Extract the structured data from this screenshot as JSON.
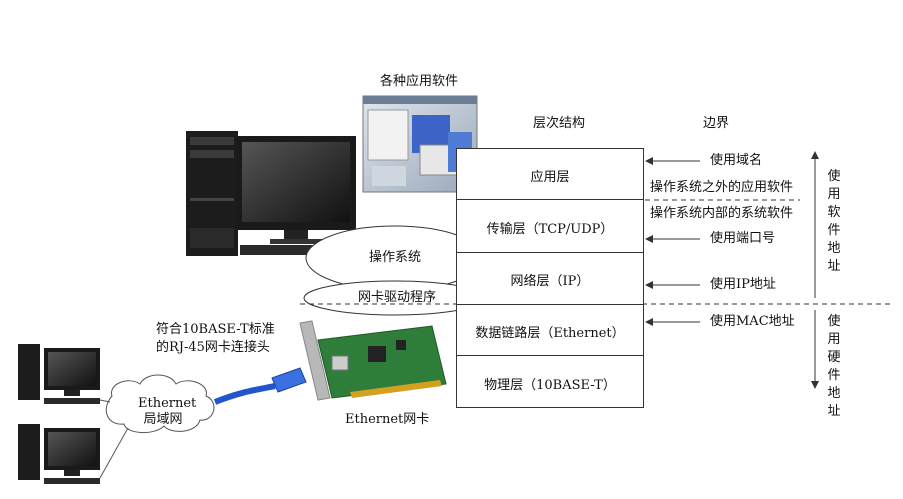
{
  "labels": {
    "apps": "各种应用软件",
    "structure": "层次结构",
    "boundary": "边界",
    "os": "操作系统",
    "driver": "网卡驱动程序",
    "connector_line1": "符合10BASE-T标准",
    "connector_line2": "的RJ-45网卡连接头",
    "lan_line1": "Ethernet",
    "lan_line2": "局域网",
    "nic": "Ethernet网卡"
  },
  "layers": [
    {
      "name": "应用层"
    },
    {
      "name": "传输层（TCP/UDP）"
    },
    {
      "name": "网络层（IP）"
    },
    {
      "name": "数据链路层（Ethernet）"
    },
    {
      "name": "物理层（10BASE-T）"
    }
  ],
  "boundaries": {
    "domain": "使用域名",
    "outside_os": "操作系统之外的应用软件",
    "inside_os": "操作系统内部的系统软件",
    "port": "使用端口号",
    "ip": "使用IP地址",
    "mac": "使用MAC地址"
  },
  "side": {
    "software": [
      "使",
      "用",
      "软",
      "件",
      "地",
      "址"
    ],
    "hardware": [
      "使",
      "用",
      "硬",
      "件",
      "地",
      "址"
    ]
  },
  "colors": {
    "line": "#333333",
    "monitor": "#1a1a1a",
    "screen": "#2b2b2b",
    "pcb": "#2e7d3a",
    "bracket": "#b0b0b0",
    "cable": "#2255cc"
  }
}
